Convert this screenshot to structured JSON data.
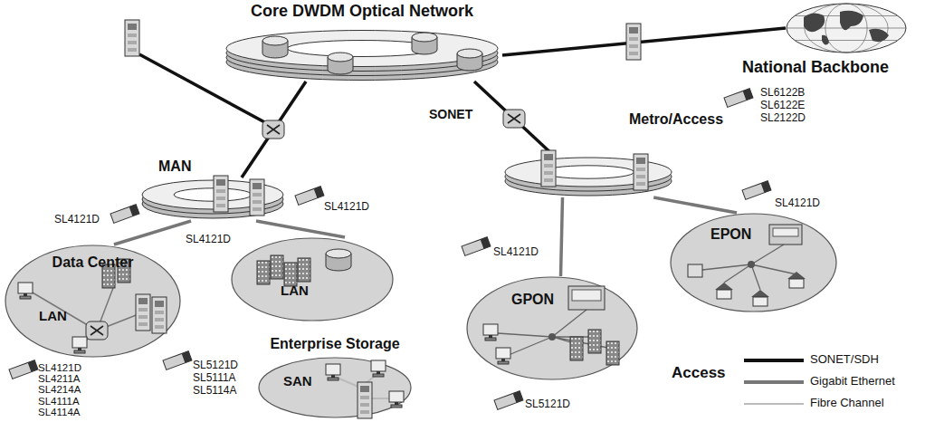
{
  "diagram": {
    "nodes": [
      {
        "text": [
          "Core DWDM Optical Network"
        ]
      },
      {
        "text": [
          "National Backbone"
        ]
      },
      {
        "text": [
          "Metro/Access"
        ]
      },
      {
        "text": [
          "MAN"
        ]
      },
      {
        "text": [
          "Data Center",
          "LAN"
        ]
      },
      {
        "text": [
          "LAN"
        ]
      },
      {
        "text": [
          "Enterprise Storage",
          "SAN"
        ]
      },
      {
        "text": [
          "GPON"
        ]
      },
      {
        "text": [
          "EPON"
        ]
      }
    ],
    "edges": [
      {
        "from": 0,
        "to": 3,
        "arrow": "none"
      },
      {
        "from": 0,
        "to": 2,
        "arrow": "none"
      },
      {
        "from": 0,
        "to": 1,
        "arrow": "none"
      },
      {
        "from": 3,
        "to": 4,
        "arrow": "none"
      },
      {
        "from": 3,
        "to": 5,
        "arrow": "none"
      },
      {
        "from": 2,
        "to": 7,
        "arrow": "none"
      },
      {
        "from": 2,
        "to": 8,
        "arrow": "none"
      }
    ],
    "labels": [
      "SONET",
      "SL6122B",
      "SL6122E",
      "SL2122D",
      "SL4121D",
      "SL4121D",
      "SL4121D",
      "SL4121D",
      "SL4121D",
      "SL4121D",
      "SL4211A",
      "SL4214A",
      "SL4111A",
      "SL4114A",
      "SL5121D",
      "SL5111A",
      "SL5114A",
      "SL5121D",
      "Access"
    ],
    "legend": [
      {
        "text": "SONET/SDH"
      },
      {
        "text": "Gigabit Ethernet"
      },
      {
        "text": "Fibre Channel"
      }
    ]
  }
}
